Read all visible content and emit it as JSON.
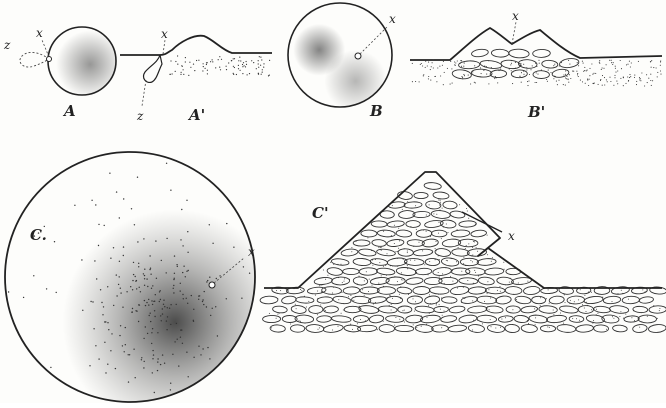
{
  "figure": {
    "panels": [
      {
        "id": "A",
        "label": "A",
        "view": "top"
      },
      {
        "id": "A'",
        "label": "A'",
        "view": "section"
      },
      {
        "id": "B",
        "label": "B",
        "view": "top"
      },
      {
        "id": "B'",
        "label": "B'",
        "view": "section"
      },
      {
        "id": "C",
        "label": "C.",
        "view": "top"
      },
      {
        "id": "C'",
        "label": "C'",
        "view": "section"
      }
    ],
    "markers": {
      "x": "x",
      "z": "z"
    },
    "colors": {
      "ink": "#222222",
      "paper": "#fdfdfb",
      "stipple": "#333333"
    }
  }
}
